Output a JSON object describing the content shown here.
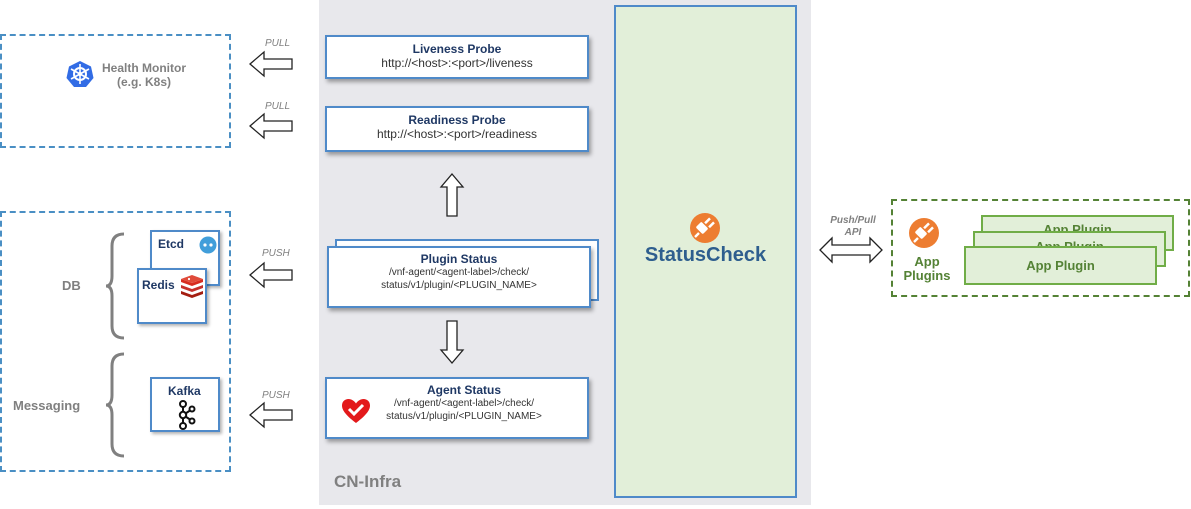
{
  "cn_infra": {
    "label": "CN-Infra"
  },
  "health_monitor": {
    "title": "Health Monitor",
    "subtitle": "(e.g. K8s)"
  },
  "db_group": {
    "label": "DB",
    "etcd": "Etcd",
    "redis": "Redis"
  },
  "messaging_group": {
    "label": "Messaging",
    "kafka": "Kafka"
  },
  "arrows": {
    "pull1": "PULL",
    "pull2": "PULL",
    "push1": "PUSH",
    "push2": "PUSH",
    "pushpull_line1": "Push/Pull",
    "pushpull_line2": "API"
  },
  "probes": {
    "liveness": {
      "title": "Liveness Probe",
      "url": "http://<host>:<port>/liveness"
    },
    "readiness": {
      "title": "Readiness Probe",
      "url": "http://<host>:<port>/readiness"
    }
  },
  "plugin_status": {
    "title": "Plugin Status",
    "line1": "/vnf-agent/<agent-label>/check/",
    "line2": "status/v1/plugin/<PLUGIN_NAME>"
  },
  "agent_status": {
    "title": "Agent Status",
    "line1": "/vnf-agent/<agent-label>/check/",
    "line2": "status/v1/plugin/<PLUGIN_NAME>"
  },
  "statuscheck": {
    "title": "StatusCheck"
  },
  "app_plugins": {
    "label_line1": "App",
    "label_line2": "Plugins",
    "back1": "App Plugin",
    "back2": "App Plugin",
    "front": "App Plugin"
  },
  "colors": {
    "accent_blue": "#4f8ac9",
    "title_blue": "#1f3864",
    "green": "#548235",
    "green_fill": "#e2efd9",
    "orange": "#ed7d31",
    "gray_bg": "#e8e8ec"
  },
  "icons": {
    "kubernetes": "kubernetes-icon",
    "etcd": "etcd-icon",
    "redis": "redis-icon",
    "kafka": "kafka-icon",
    "plug": "plug-icon",
    "heart": "heart-check-icon"
  }
}
